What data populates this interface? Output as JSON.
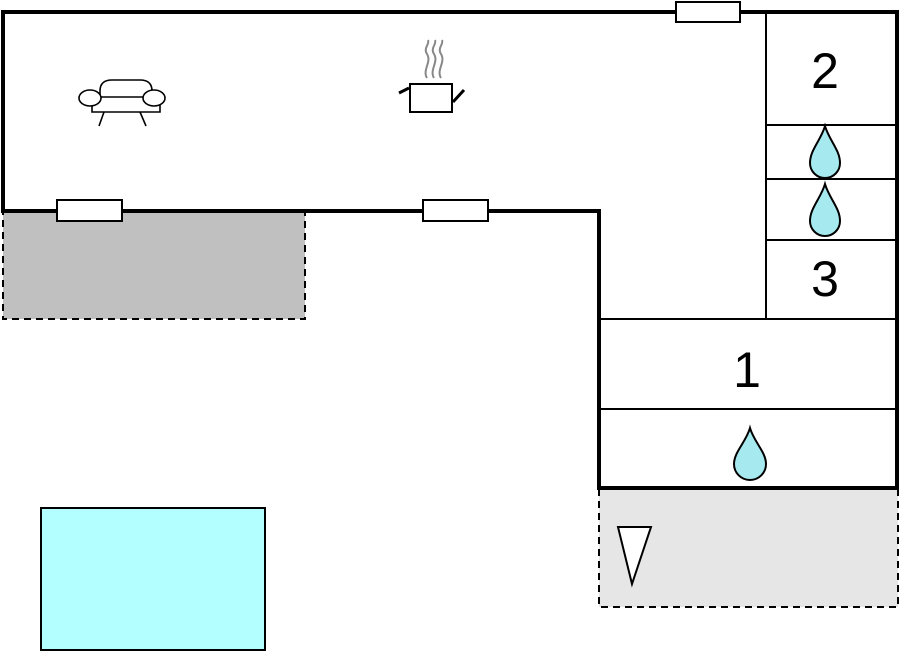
{
  "rooms": {
    "bedroom_1": "1",
    "bedroom_2": "2",
    "bedroom_3": "3"
  },
  "icons": {
    "living": "sofa-icon",
    "kitchen": "cooking-pot-icon",
    "bath": "water-drop-icon",
    "outdoor": "parasol-icon"
  },
  "colors": {
    "pool": "#b3ffff",
    "terrace_left": "#c0c0c0",
    "terrace_right": "#e6e6e6",
    "water_drop": "#a6eaf0"
  }
}
